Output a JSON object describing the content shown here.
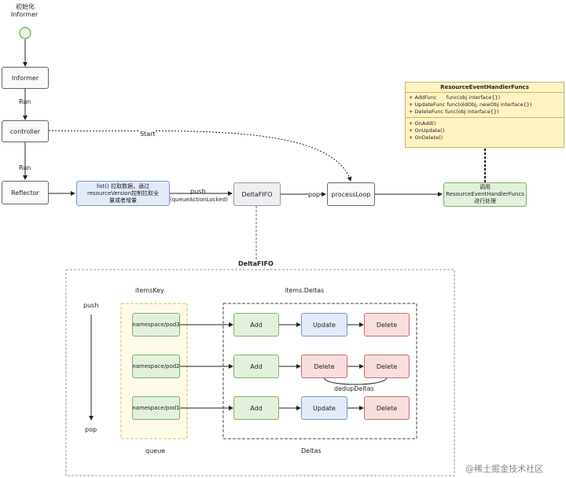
{
  "top_label": [
    "初始化",
    "Informer"
  ],
  "nodes": {
    "informer": "Informer",
    "controller": "controller",
    "reflector": "Reflector",
    "list_note": [
      "list() 拉取数据，通过",
      "resourceVersion控制拉取全",
      "量或者增量"
    ],
    "deltafifo": "DeltaFIFO",
    "processloop": "processLoop",
    "handler_call": [
      "调用",
      "ResourceEventHandlerFuncs",
      "进行处理"
    ]
  },
  "edges": {
    "run1": "Run",
    "run2": "Run",
    "start": "Start",
    "push": [
      "push",
      "(queueActionLocked)"
    ],
    "pop": "pop"
  },
  "handler_funcs": {
    "title": "ResourceEventHandlerFuncs",
    "fields": [
      "+ AddFunc      func(obj interface{})",
      "+ UpdateFunc func(oldObj, newObj interface{})",
      "+ DeleteFunc func(obj interface{})"
    ],
    "methods": [
      "+ OnAdd()",
      "+ OnUpdate()",
      "+ OnDelete()"
    ]
  },
  "fifo": {
    "title": "DeltaFIFO",
    "items_key": "itemsKey",
    "items_deltas": "items.Deltas",
    "push": "push",
    "pop": "pop",
    "queue": "queue",
    "deltas": "Deltas",
    "dedup": "dedupDeltas",
    "rows": [
      {
        "key": "namespace/pod3",
        "deltas": [
          "Add",
          "Update",
          "Delete"
        ]
      },
      {
        "key": "namespace/pod2",
        "deltas": [
          "Add",
          "Delete",
          "Delete"
        ]
      },
      {
        "key": "namespace/pod1",
        "deltas": [
          "Add",
          "Update",
          "Delete"
        ]
      }
    ]
  },
  "watermark": "@稀土掘金技术社区",
  "colors": {
    "green": "#7fb06a",
    "blue": "#7c93cf",
    "red": "#cf6a6a",
    "yellow": "#fff3c4"
  }
}
